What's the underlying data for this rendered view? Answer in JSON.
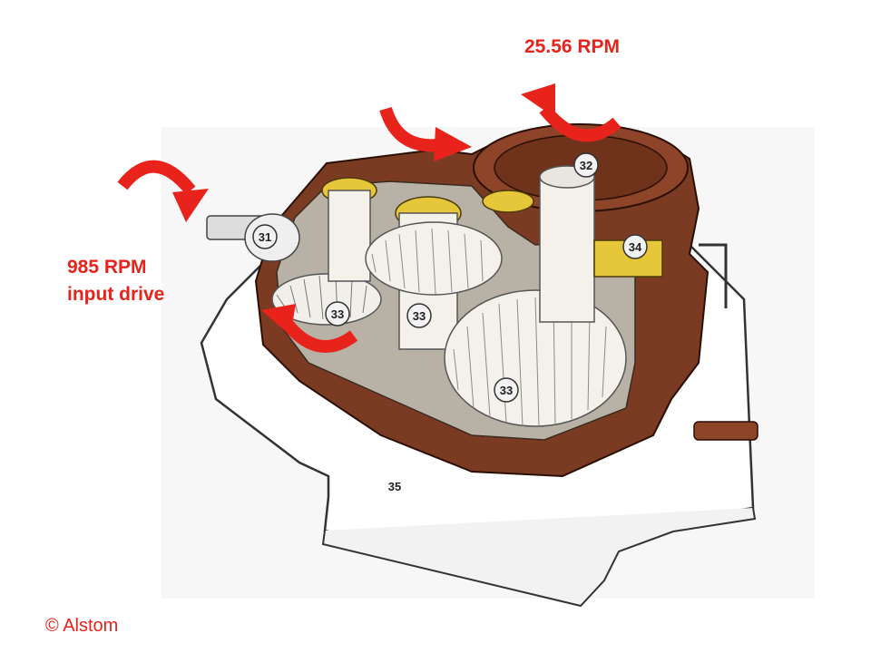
{
  "labels": {
    "output_speed": "25.56 RPM",
    "input_speed": "985 RPM",
    "input_drive": "input drive",
    "copyright": "© Alstom"
  },
  "callouts": {
    "c31": "31",
    "c32": "32",
    "c33a": "33",
    "c33b": "33",
    "c33c": "33",
    "c34": "34",
    "c35": "35"
  },
  "colors": {
    "arrow_red": "#e8231b",
    "casing_brown": "#7b3a22",
    "casing_dark": "#4e2212",
    "gear_white": "#f4f1ea",
    "bearing_yellow": "#e7c73a",
    "base_plate": "#ffffff"
  }
}
